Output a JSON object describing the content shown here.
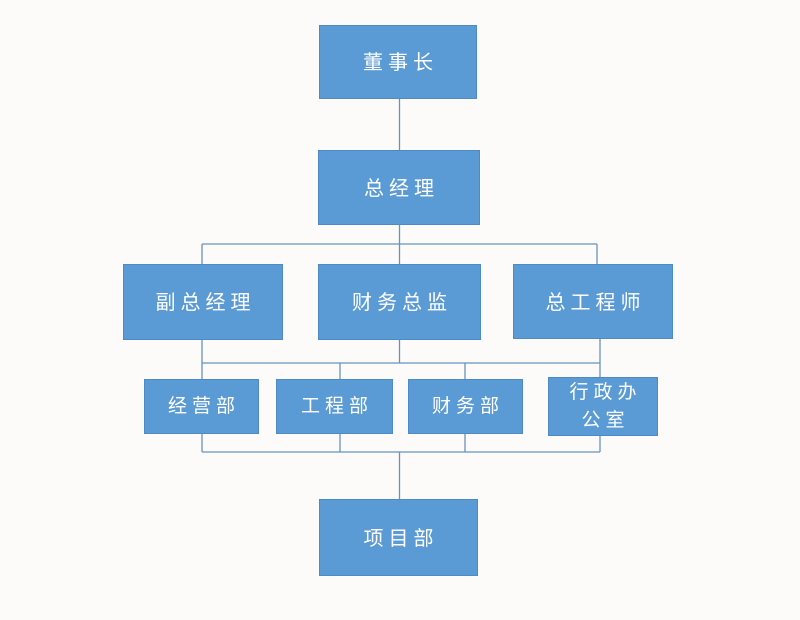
{
  "diagram": {
    "type": "org-chart",
    "nodes": [
      {
        "id": "chairman",
        "label": "董事长",
        "level": 1
      },
      {
        "id": "general-manager",
        "label": "总经理",
        "level": 2
      },
      {
        "id": "deputy-general-manager",
        "label": "副总经理",
        "level": 3
      },
      {
        "id": "finance-director",
        "label": "财务总监",
        "level": 3
      },
      {
        "id": "chief-engineer",
        "label": "总工程师",
        "level": 3
      },
      {
        "id": "operations-dept",
        "label": "经营部",
        "level": 4
      },
      {
        "id": "engineering-dept",
        "label": "工程部",
        "level": 4
      },
      {
        "id": "finance-dept",
        "label": "财务部",
        "level": 4
      },
      {
        "id": "admin-office",
        "label": "行政办公室",
        "level": 4
      },
      {
        "id": "project-dept",
        "label": "项目部",
        "level": 5
      }
    ],
    "connections": [
      {
        "from": [
          "chairman"
        ],
        "to": [
          "general-manager"
        ]
      },
      {
        "from": [
          "general-manager"
        ],
        "to": [
          "deputy-general-manager",
          "finance-director",
          "chief-engineer"
        ]
      },
      {
        "from": [
          "deputy-general-manager",
          "finance-director",
          "chief-engineer"
        ],
        "to": [
          "operations-dept",
          "engineering-dept",
          "finance-dept",
          "admin-office"
        ]
      },
      {
        "from": [
          "operations-dept",
          "engineering-dept",
          "finance-dept",
          "admin-office"
        ],
        "to": [
          "project-dept"
        ]
      }
    ],
    "colors": {
      "background": "#fcfbf9",
      "box_fill": "#5b9bd5",
      "box_border": "#4e8ac8",
      "connector_line": "#6593be",
      "box_text": "#ffffff"
    }
  }
}
